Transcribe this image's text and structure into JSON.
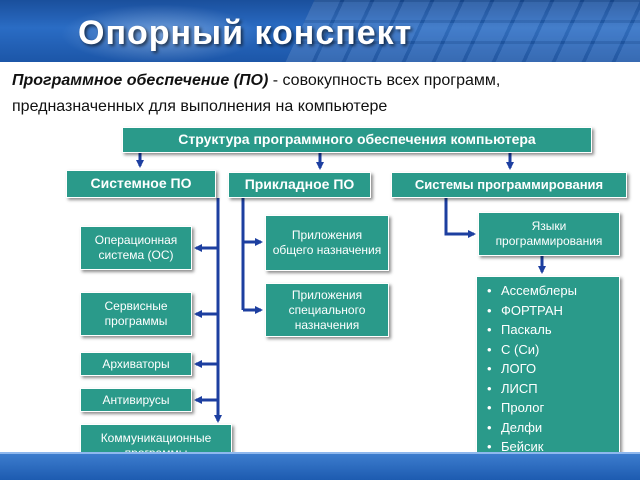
{
  "title": "Опорный конспект",
  "definition": {
    "term": "Программное обеспечение (ПО)",
    "text": " - совокупность всех программ, предназначенных для выполнения на компьютере"
  },
  "diagram": {
    "root": "Структура программного обеспечения компьютера",
    "branches": {
      "system": "Системное ПО",
      "applied": "Прикладное ПО",
      "programming": "Системы программирования"
    },
    "system_items": {
      "os": "Операционная система (ОС)",
      "service": "Сервисные программы",
      "archivers": "Архиваторы",
      "antivirus": "Антивирусы",
      "communication": "Коммуникационные программы"
    },
    "applied_items": {
      "general": "Приложения общего назначения",
      "special": "Приложения специального назначения"
    },
    "programming_items": {
      "languages": "Языки программирования",
      "list": [
        "Ассемблеры",
        "ФОРТРАН",
        "Паскаль",
        "С (Си)",
        "ЛОГО",
        "ЛИСП",
        "Пролог",
        "Делфи",
        "Бейсик",
        ". . . . . . . . . ."
      ]
    }
  },
  "colors": {
    "box_fill": "#2a9a8a",
    "connector": "#1d3fa0",
    "banner": "#1c56a8"
  }
}
